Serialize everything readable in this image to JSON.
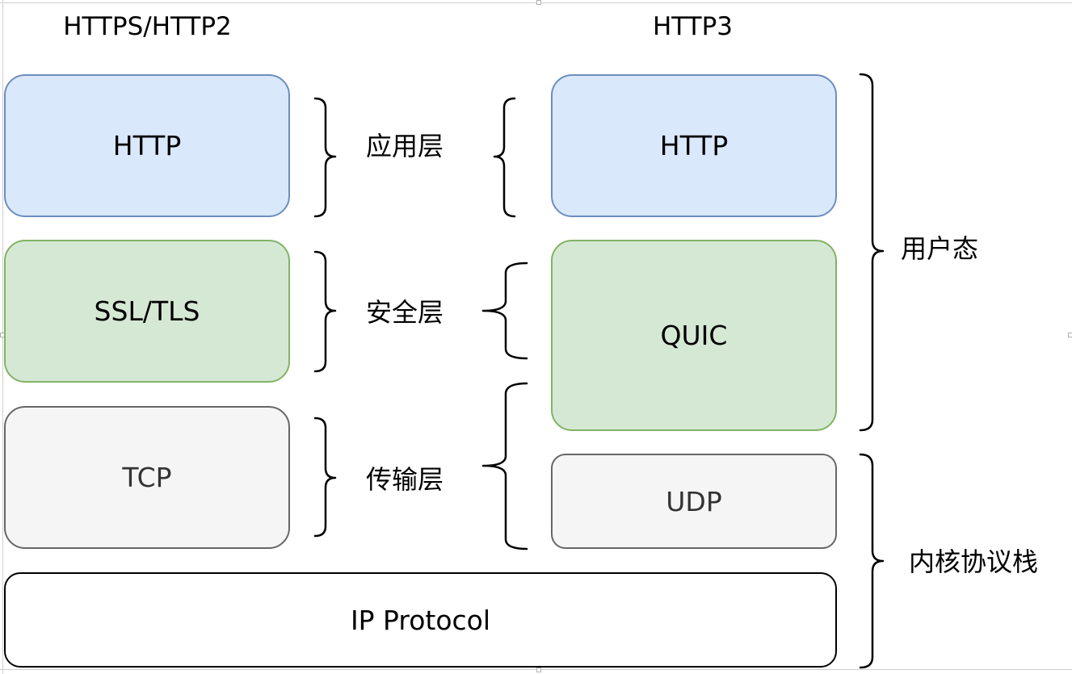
{
  "headings": {
    "left": "HTTPS/HTTP2",
    "right": "HTTP3"
  },
  "left_stack": {
    "app": "HTTP",
    "security": "SSL/TLS",
    "transport": "TCP"
  },
  "right_stack": {
    "app": "HTTP",
    "quic": "QUIC",
    "udp": "UDP"
  },
  "shared": {
    "ip": "IP Protocol"
  },
  "layers": {
    "application": "应用层",
    "security": "安全层",
    "transport": "传输层"
  },
  "groups": {
    "user_space": "用户态",
    "kernel": "内核协议栈"
  },
  "colors": {
    "http_fill": "#dae8fc",
    "http_stroke": "#6c8ebf",
    "secure_fill": "#d5e8d4",
    "secure_stroke": "#82b366",
    "transport_fill": "#f5f5f5",
    "transport_stroke": "#666666"
  }
}
